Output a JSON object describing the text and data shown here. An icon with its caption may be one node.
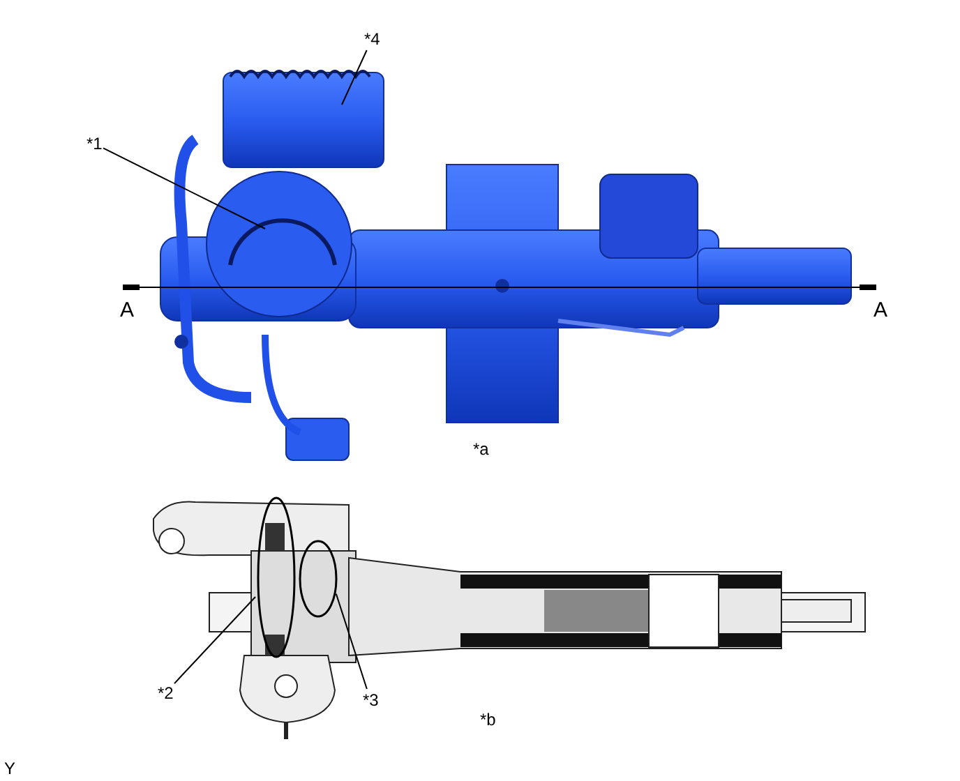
{
  "diagram": {
    "nodes": [
      {
        "text": [
          "*4"
        ]
      },
      {
        "text": [
          "*1"
        ]
      },
      {
        "text": [
          "*2"
        ]
      },
      {
        "text": [
          "*3"
        ]
      },
      {
        "text": [],
        "shape": "circle"
      },
      {
        "text": [],
        "shape": "circle"
      }
    ],
    "edges": [
      {
        "from": 0,
        "to": null,
        "arrow": "none"
      },
      {
        "from": 1,
        "to": null,
        "arrow": "none"
      },
      {
        "from": 2,
        "to": 4,
        "arrow": "none"
      },
      {
        "from": 3,
        "to": 5,
        "arrow": "none"
      }
    ],
    "labels": [
      "A",
      "A",
      "*a",
      "*b",
      "Y"
    ]
  }
}
